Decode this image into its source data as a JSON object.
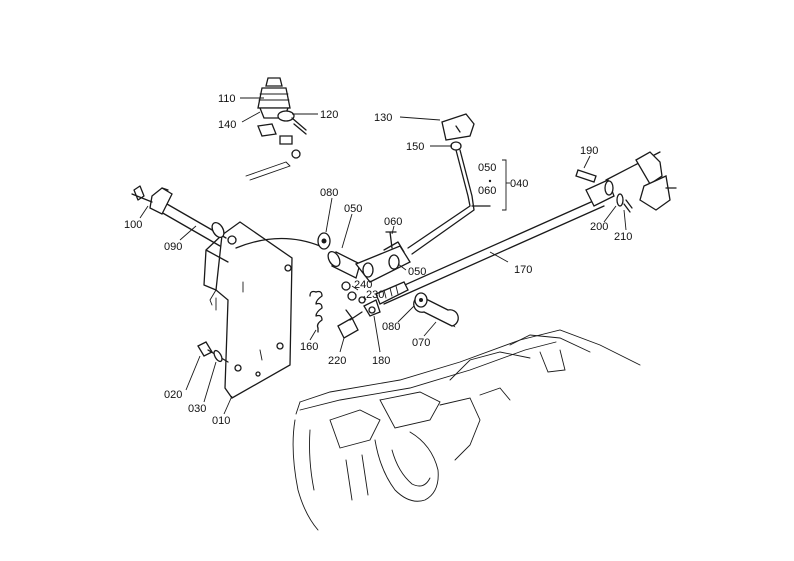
{
  "callouts": [
    {
      "id": "110",
      "text": "110"
    },
    {
      "id": "120",
      "text": "120"
    },
    {
      "id": "140",
      "text": "140"
    },
    {
      "id": "130",
      "text": "130"
    },
    {
      "id": "150",
      "text": "150"
    },
    {
      "id": "050a",
      "text": "050"
    },
    {
      "id": "060a",
      "text": "060"
    },
    {
      "id": "040",
      "text": "040"
    },
    {
      "id": "190",
      "text": "190"
    },
    {
      "id": "100",
      "text": "100"
    },
    {
      "id": "090",
      "text": "090"
    },
    {
      "id": "080a",
      "text": "080"
    },
    {
      "id": "050b",
      "text": "050"
    },
    {
      "id": "060b",
      "text": "060"
    },
    {
      "id": "050c",
      "text": "050"
    },
    {
      "id": "240",
      "text": "240"
    },
    {
      "id": "230",
      "text": "230"
    },
    {
      "id": "170",
      "text": "170"
    },
    {
      "id": "200",
      "text": "200"
    },
    {
      "id": "210",
      "text": "210"
    },
    {
      "id": "080b",
      "text": "080"
    },
    {
      "id": "070",
      "text": "070"
    },
    {
      "id": "160",
      "text": "160"
    },
    {
      "id": "220",
      "text": "220"
    },
    {
      "id": "180",
      "text": "180"
    },
    {
      "id": "020",
      "text": "020"
    },
    {
      "id": "030",
      "text": "030"
    },
    {
      "id": "010",
      "text": "010"
    }
  ]
}
